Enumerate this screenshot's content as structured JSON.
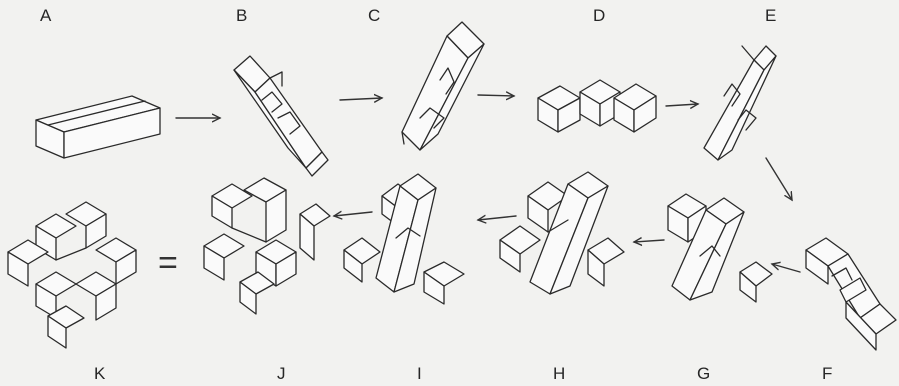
{
  "labels": {
    "a": "A",
    "b": "B",
    "c": "C",
    "d": "D",
    "e": "E",
    "f": "F",
    "g": "G",
    "h": "H",
    "i": "I",
    "j": "J",
    "k": "K"
  },
  "equals_sign": "="
}
